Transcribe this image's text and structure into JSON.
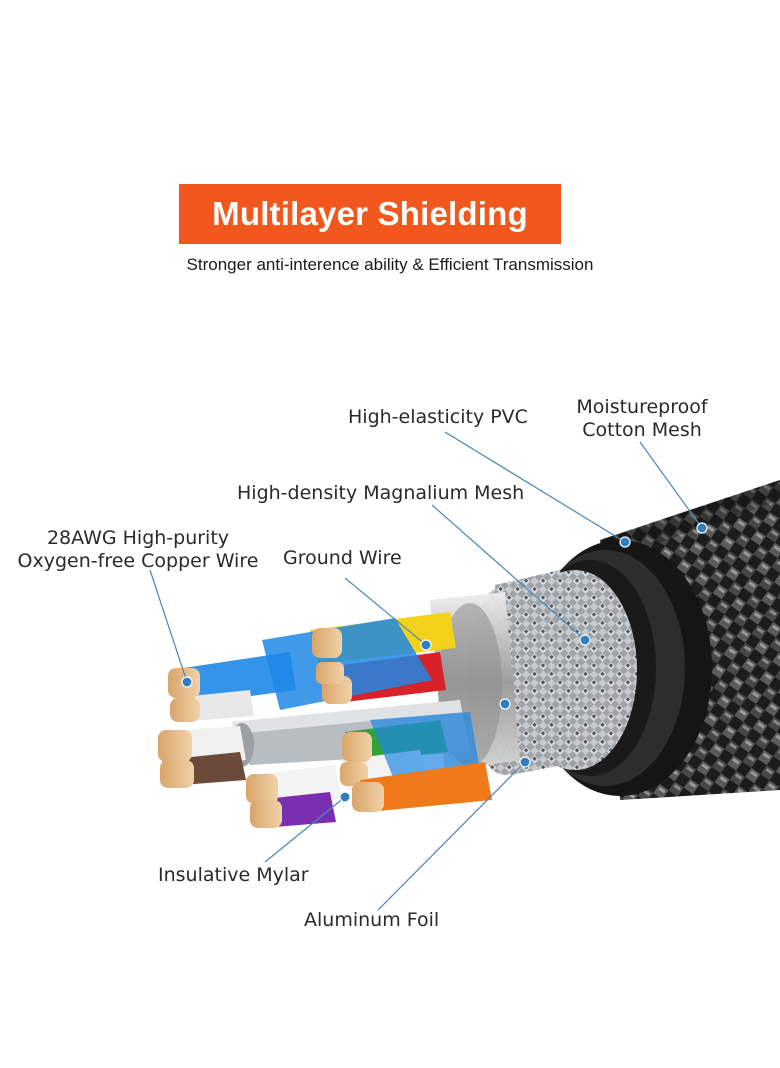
{
  "banner": {
    "title": "Multilayer Shielding",
    "color": "#f2581d"
  },
  "subtitle": "Stronger anti-interence ability & Efficient Transmission",
  "labels": {
    "pvc": "High-elasticity PVC",
    "cotton_line1": "Moistureproof",
    "cotton_line2": "Cotton Mesh",
    "magnalium": "High-density Magnalium Mesh",
    "copper_line1": "28AWG High-purity",
    "copper_line2": "Oxygen-free Copper Wire",
    "ground": "Ground Wire",
    "mylar": "Insulative Mylar",
    "foil": "Aluminum Foil"
  },
  "colors": {
    "pair_colors": [
      "#f2d21a",
      "#d8222a",
      "#2fa23a",
      "#f07a1a",
      "#7a2fb0",
      "#1e88e5"
    ],
    "jacket": "#222222",
    "pointer_line": "#4a86b8"
  }
}
